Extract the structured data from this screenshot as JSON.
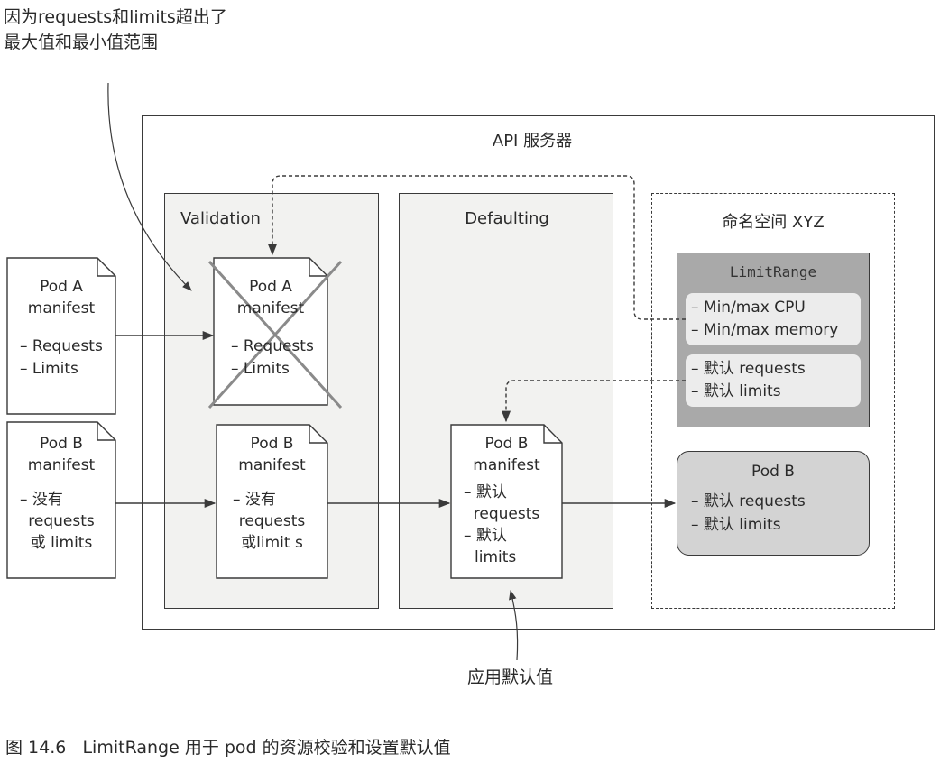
{
  "annotation_top": {
    "line1": "因为requests和limits超出了",
    "line2": "最大值和最小值范围"
  },
  "api_server": {
    "title": "API 服务器"
  },
  "validation": {
    "title": "Validation"
  },
  "defaulting": {
    "title": "Defaulting"
  },
  "namespace": {
    "title": "命名空间 XYZ"
  },
  "limitrange": {
    "title": "LimitRange",
    "group1": [
      "– Min/max CPU",
      "– Min/max memory"
    ],
    "group2": [
      "– 默认 requests",
      "– 默认 limits"
    ]
  },
  "pod_a_input": {
    "lines": [
      "Pod A",
      "manifest",
      "",
      "– Requests",
      "– Limits"
    ]
  },
  "pod_a_validation": {
    "lines": [
      "Pod A",
      "manifest",
      "",
      "– Requests",
      "– Limits"
    ]
  },
  "pod_b_input": {
    "lines": [
      "Pod B",
      "manifest",
      "",
      "– 没有",
      "requests",
      "或 limits"
    ]
  },
  "pod_b_validation": {
    "lines": [
      "Pod B",
      "manifest",
      "",
      "– 没有",
      "requests",
      "或limit s"
    ]
  },
  "pod_b_defaulting": {
    "lines": [
      "Pod B",
      "manifest",
      "– 默认",
      "requests",
      "– 默认",
      "limits"
    ]
  },
  "pod_b_final": {
    "title": "Pod B",
    "lines": [
      "– 默认 requests",
      "– 默认 limits"
    ]
  },
  "annotation_bottom": {
    "text": "应用默认值"
  },
  "caption": {
    "text": "图 14.6   LimitRange 用于 pod 的资源校验和设置默认值"
  },
  "colors": {
    "panel_fill": "#f2f2f0",
    "limitrange_fill": "#a9a9a9",
    "limitrange_inner": "#ececec",
    "podb_final_fill": "#d3d3d3",
    "stroke": "#3a3a3a"
  }
}
